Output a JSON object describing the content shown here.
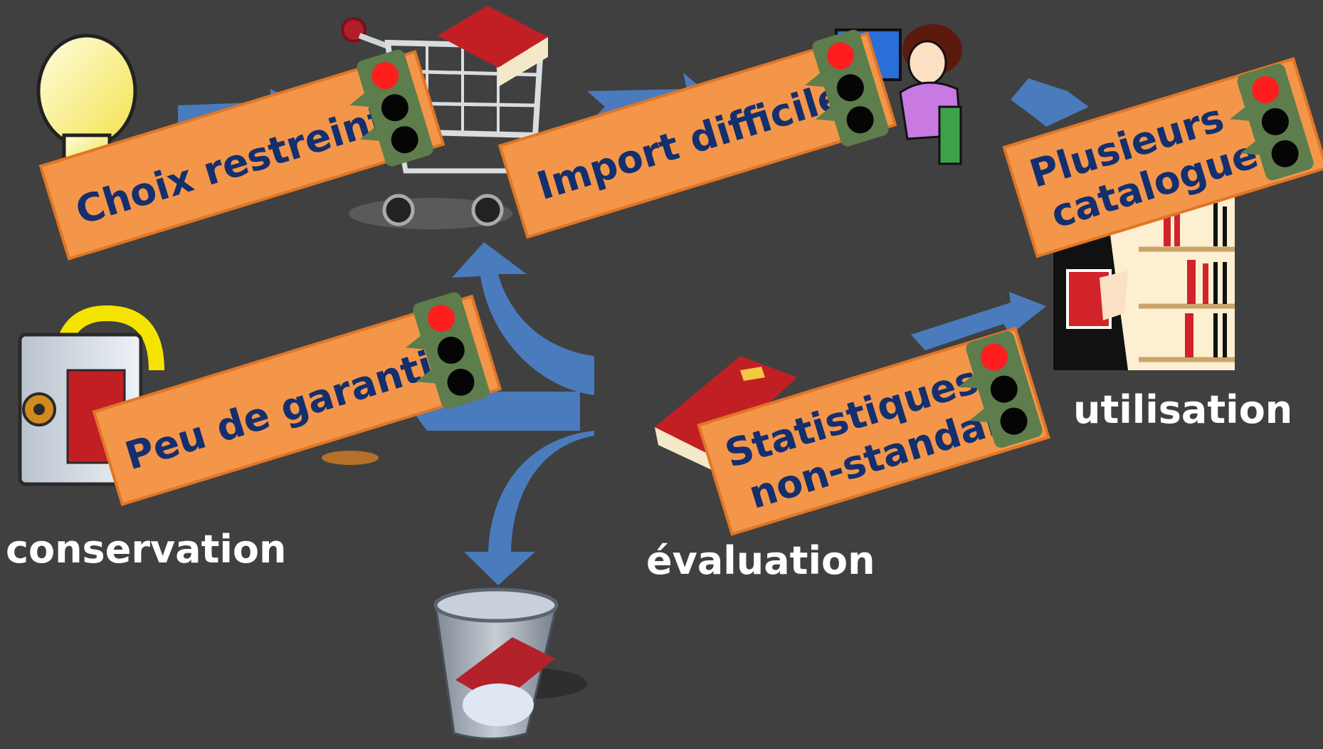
{
  "stages": {
    "conservation": "conservation",
    "evaluation": "évaluation",
    "utilisation": "utilisation"
  },
  "signs": {
    "choix": "Choix restreint",
    "import": "Import difficile",
    "plusieurs_line1": "Plusieurs",
    "plusieurs_line2": "catalogues",
    "garanties": "Peu de garanties",
    "statistiques_line1": "Statistiques",
    "statistiques_line2": "non-standard"
  },
  "traffic_light_state": "red",
  "colors": {
    "background": "#404040",
    "arrow": "#4a7bbd",
    "sign_fill": "#f4964a",
    "sign_text": "#142f6e",
    "light_red": "#ff1e1e",
    "light_off": "#050505",
    "light_housing": "#5d7d4d"
  },
  "icons": [
    "light-bulb-icon",
    "shopping-cart-icon",
    "person-at-computer-icon",
    "librarian-bookshelf-icon",
    "safe-icon",
    "book-icon",
    "trash-bin-icon",
    "traffic-light-icon"
  ]
}
